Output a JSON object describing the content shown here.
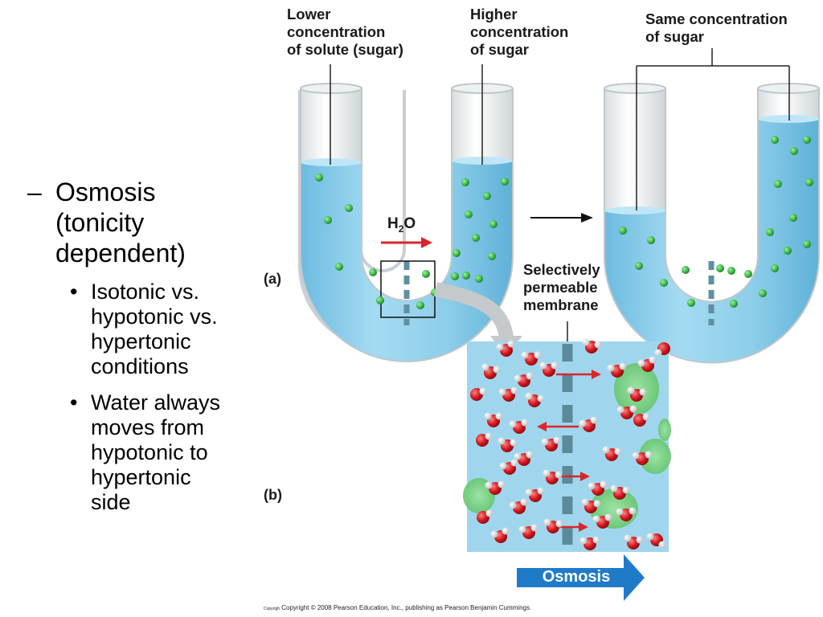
{
  "bullets": {
    "level1": {
      "marker": "–",
      "lines": [
        "Osmosis",
        "(tonicity",
        "dependent)"
      ]
    },
    "level2": [
      {
        "marker": "•",
        "lines": [
          "Isotonic vs.",
          "hypotonic vs.",
          "hypertonic",
          "conditions"
        ]
      },
      {
        "marker": "•",
        "lines": [
          "Water always",
          "moves from",
          "hypotonic to",
          "hypertonic",
          "side"
        ]
      }
    ]
  },
  "figure": {
    "label_lower": [
      "Lower",
      "concentration",
      "of solute (sugar)"
    ],
    "label_higher": [
      "Higher",
      "concentration",
      "of sugar"
    ],
    "label_same": [
      "Same concentration",
      "of sugar"
    ],
    "label_membrane": [
      "Selectively",
      "permeable",
      "membrane"
    ],
    "water_label": "H",
    "water_sub": "2",
    "water_tail": "O",
    "panel_a": "(a)",
    "panel_b": "(b)",
    "osmosis_arrow": "Osmosis"
  },
  "copyright": {
    "prefix": "Copyrigh",
    "text": "Copyright © 2008 Pearson Education, Inc., publishing as Pearson Benjamin Cummings."
  },
  "colors": {
    "water": "#8fd0ec",
    "sugar": "#3db84a",
    "membrane": "#5f8fa0",
    "arrow_red": "#d9262b",
    "osmosis_blue": "#1f7bc8"
  }
}
